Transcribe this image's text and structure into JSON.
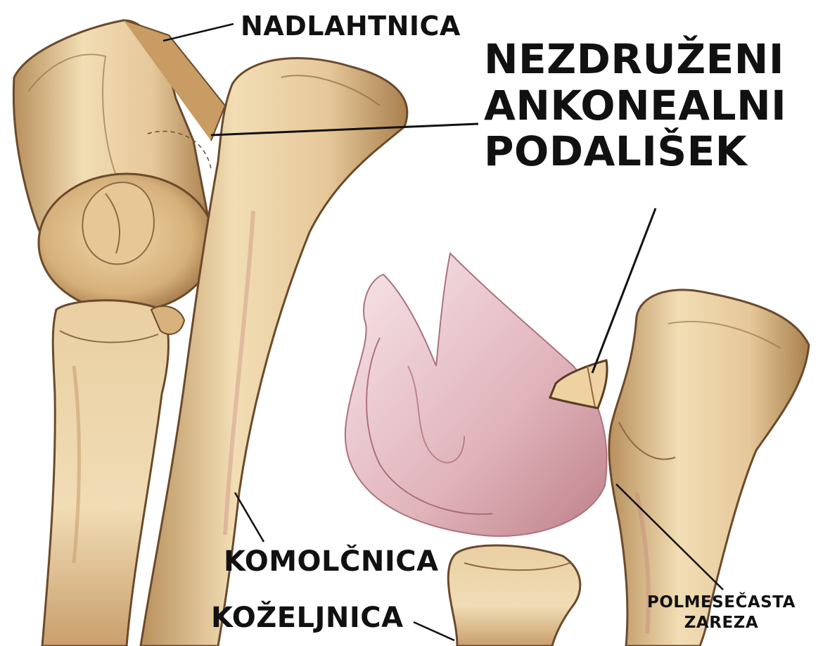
{
  "labels": {
    "nadlahtnica": "NADLAHTNICA",
    "main_line1": "NEZDRUŽENI",
    "main_line2": "ANKONEALNI",
    "main_line3": "PODALIŠEK",
    "komolcnica": "KOMOLČNICA",
    "kozelinica": "KOŽELJNICA",
    "polmesecasta_line1": "POLMESEČASTA",
    "polmesecasta_line2": "ZAREZA"
  },
  "colors": {
    "bone_light": "#f2ddb4",
    "bone_mid": "#d9b47e",
    "bone_shadow": "#a9804e",
    "bone_outline": "#6b4a2c",
    "cartilage_pink": "#b36b76",
    "leader_line": "#111111"
  }
}
